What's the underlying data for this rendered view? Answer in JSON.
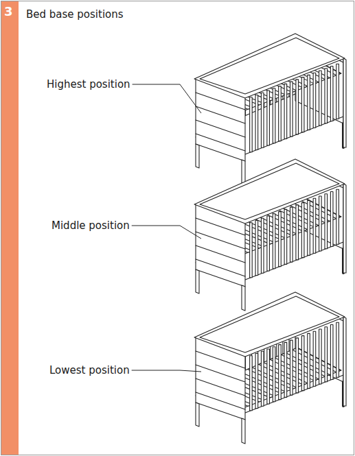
{
  "diagram": {
    "title": "Bed base positions",
    "labels": [
      "3",
      "Highest position",
      "Middle position",
      "Lowest position"
    ]
  }
}
